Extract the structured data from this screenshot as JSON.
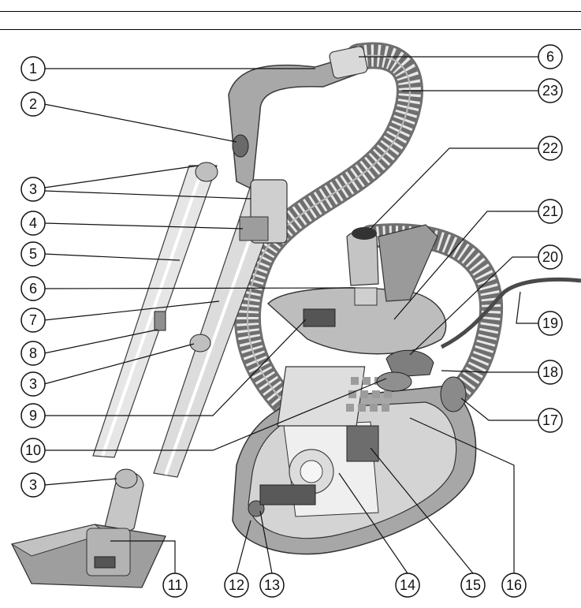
{
  "figure": {
    "callouts": [
      {
        "id": "c1",
        "number": "1"
      },
      {
        "id": "c2",
        "number": "2"
      },
      {
        "id": "c3a",
        "number": "3"
      },
      {
        "id": "c4",
        "number": "4"
      },
      {
        "id": "c5",
        "number": "5"
      },
      {
        "id": "c6a",
        "number": "6"
      },
      {
        "id": "c7",
        "number": "7"
      },
      {
        "id": "c8",
        "number": "8"
      },
      {
        "id": "c3b",
        "number": "3"
      },
      {
        "id": "c9",
        "number": "9"
      },
      {
        "id": "c10",
        "number": "10"
      },
      {
        "id": "c3c",
        "number": "3"
      },
      {
        "id": "c6b",
        "number": "6"
      },
      {
        "id": "c23",
        "number": "23"
      },
      {
        "id": "c22",
        "number": "22"
      },
      {
        "id": "c21",
        "number": "21"
      },
      {
        "id": "c20",
        "number": "20"
      },
      {
        "id": "c19",
        "number": "19"
      },
      {
        "id": "c18",
        "number": "18"
      },
      {
        "id": "c17",
        "number": "17"
      },
      {
        "id": "c11",
        "number": "11"
      },
      {
        "id": "c12",
        "number": "12"
      },
      {
        "id": "c13",
        "number": "13"
      },
      {
        "id": "c14",
        "number": "14"
      },
      {
        "id": "c15",
        "number": "15"
      },
      {
        "id": "c16",
        "number": "16"
      }
    ]
  }
}
